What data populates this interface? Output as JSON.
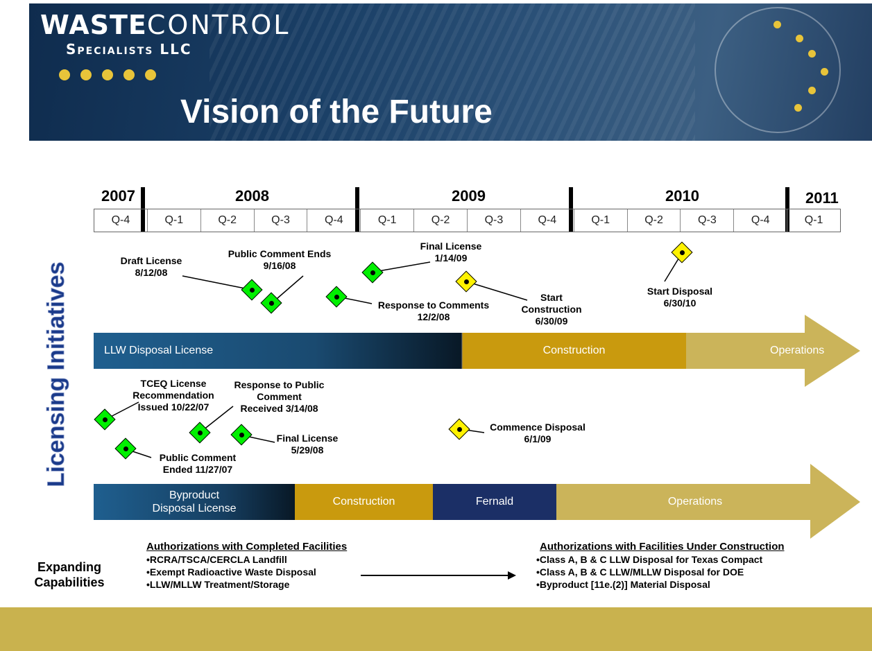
{
  "header": {
    "logo_line1_a": "WASTE",
    "logo_line1_b": "CONTROL",
    "logo_line2": "Specialists LLC",
    "title": "Vision of the Future"
  },
  "vertical_title": "Licensing Initiatives",
  "timeline": {
    "years": [
      "2007",
      "2008",
      "2009",
      "2010",
      "2011"
    ],
    "quarters": [
      "Q-4",
      "Q-1",
      "Q-2",
      "Q-3",
      "Q-4",
      "Q-1",
      "Q-2",
      "Q-3",
      "Q-4",
      "Q-1",
      "Q-2",
      "Q-3",
      "Q-4",
      "Q-1"
    ]
  },
  "llw": {
    "milestones": [
      {
        "id": "draft-license",
        "label": [
          "Draft License",
          "8/12/08"
        ],
        "color": "green"
      },
      {
        "id": "public-comment-ends",
        "label": [
          "Public Comment Ends",
          "9/16/08"
        ],
        "color": "green"
      },
      {
        "id": "response-to-comments",
        "label": [
          "Response to Comments",
          "12/2/08"
        ],
        "color": "green"
      },
      {
        "id": "final-license",
        "label": [
          "Final  License",
          "1/14/09"
        ],
        "color": "green"
      },
      {
        "id": "start-construction",
        "label": [
          "Start",
          "Construction",
          "6/30/09"
        ],
        "color": "yellow"
      },
      {
        "id": "start-disposal",
        "label": [
          "Start Disposal",
          "6/30/10"
        ],
        "color": "yellow"
      }
    ],
    "segments": [
      "LLW Disposal License",
      "Construction",
      "Operations"
    ]
  },
  "byproduct": {
    "milestones": [
      {
        "id": "tceq",
        "label": [
          "TCEQ License",
          "Recommendation",
          "Issued 10/22/07"
        ],
        "color": "green"
      },
      {
        "id": "public-comment-ended",
        "label": [
          "Public Comment",
          "Ended 11/27/07"
        ],
        "color": "green"
      },
      {
        "id": "response-public-comment",
        "label": [
          "Response to Public",
          "Comment",
          "Received 3/14/08"
        ],
        "color": "green"
      },
      {
        "id": "final-license-2",
        "label": [
          "Final License",
          "5/29/08"
        ],
        "color": "green"
      },
      {
        "id": "commence-disposal",
        "label": [
          "Commence Disposal",
          "6/1/09"
        ],
        "color": "yellow"
      }
    ],
    "segments": [
      "Byproduct",
      "Disposal License",
      "Construction",
      "Fernald",
      "Operations"
    ]
  },
  "capabilities": {
    "label": [
      "Expanding",
      "Capabilities"
    ],
    "completed_heading": "Authorizations with Completed Facilities",
    "completed_items": [
      "•RCRA/TSCA/CERCLA Landfill",
      "•Exempt Radioactive Waste Disposal",
      "•LLW/MLLW Treatment/Storage"
    ],
    "construction_heading": "Authorizations with Facilities Under Construction",
    "construction_items": [
      "•Class A, B & C LLW Disposal for Texas Compact",
      "•Class A, B & C LLW/MLLW Disposal for DOE",
      "•Byproduct [11e.(2)] Material Disposal"
    ]
  },
  "colors": {
    "header_dark": "#0f2c4e",
    "accent_gold": "#c9b24e",
    "construction": "#c99a0e",
    "llw_blue": "#1f5f8f",
    "fernald": "#1b2f66",
    "milestone_green": "#00f000",
    "milestone_yellow": "#fff200"
  }
}
